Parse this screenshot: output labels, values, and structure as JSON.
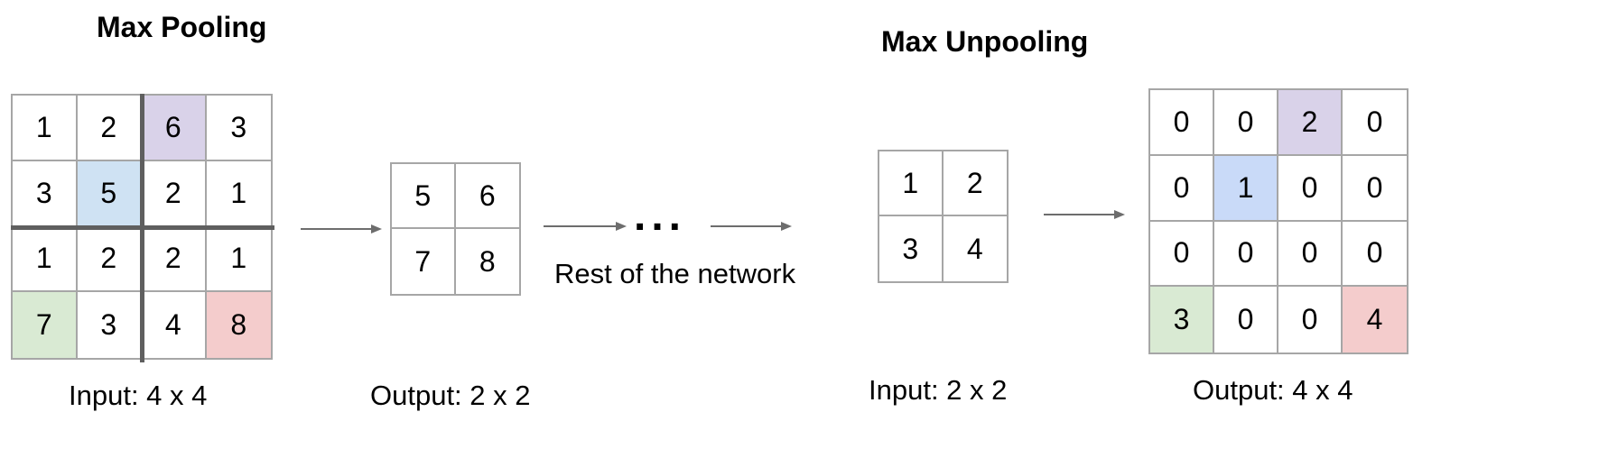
{
  "max_pooling": {
    "title": "Max Pooling",
    "input_caption": "Input: 4 x 4",
    "output_caption": "Output: 2 x 2",
    "input_grid": [
      [
        "1",
        "2",
        "6",
        "3"
      ],
      [
        "3",
        "5",
        "2",
        "1"
      ],
      [
        "1",
        "2",
        "2",
        "1"
      ],
      [
        "7",
        "3",
        "4",
        "8"
      ]
    ],
    "output_grid": [
      [
        "5",
        "6"
      ],
      [
        "7",
        "8"
      ]
    ]
  },
  "network": {
    "dots": "...",
    "label": "Rest of the network"
  },
  "max_unpooling": {
    "title": "Max Unpooling",
    "input_caption": "Input: 2 x 2",
    "output_caption": "Output: 4 x 4",
    "input_grid": [
      [
        "1",
        "2"
      ],
      [
        "3",
        "4"
      ]
    ],
    "output_grid": [
      [
        "0",
        "0",
        "2",
        "0"
      ],
      [
        "0",
        "1",
        "0",
        "0"
      ],
      [
        "0",
        "0",
        "0",
        "0"
      ],
      [
        "3",
        "0",
        "0",
        "4"
      ]
    ]
  },
  "colors": {
    "purple": "#d9d2e9",
    "blue": "#cfe2f3",
    "blue_unpool": "#c9daf8",
    "green": "#d9ead3",
    "red": "#f4cccc",
    "grid_border": "#a6a6a6",
    "divider": "#5f5f5f",
    "arrow": "#6d6d6d"
  },
  "highlights": {
    "pool_input": [
      {
        "row": 0,
        "col": 2,
        "color": "purple"
      },
      {
        "row": 1,
        "col": 1,
        "color": "blue"
      },
      {
        "row": 3,
        "col": 0,
        "color": "green"
      },
      {
        "row": 3,
        "col": 3,
        "color": "red"
      }
    ],
    "unpool_output": [
      {
        "row": 0,
        "col": 2,
        "color": "purple"
      },
      {
        "row": 1,
        "col": 1,
        "color": "blue_unpool"
      },
      {
        "row": 3,
        "col": 0,
        "color": "green"
      },
      {
        "row": 3,
        "col": 3,
        "color": "red"
      }
    ]
  }
}
